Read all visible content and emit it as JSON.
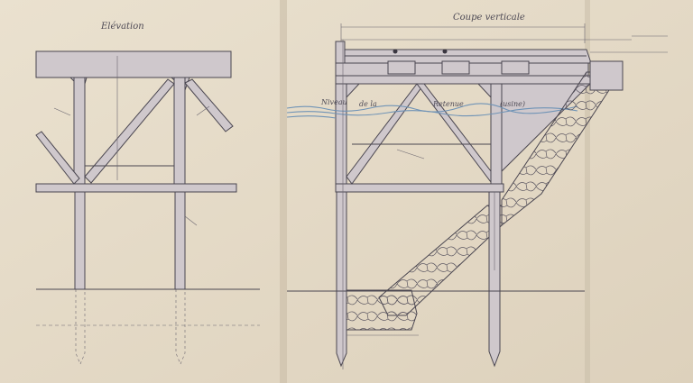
{
  "drawing": {
    "left_title": "Elévation",
    "right_title": "Coupe verticale",
    "water_label_1": "Niveau",
    "water_label_2": "de la",
    "water_label_3": "Retenue",
    "water_label_4": "(usine)",
    "colors": {
      "paper": "#e7ddcb",
      "ink": "#4a4650",
      "member_fill": "#cfc8cc",
      "water": "#6f93b6",
      "fold_shadow": "#c9bda7"
    }
  }
}
